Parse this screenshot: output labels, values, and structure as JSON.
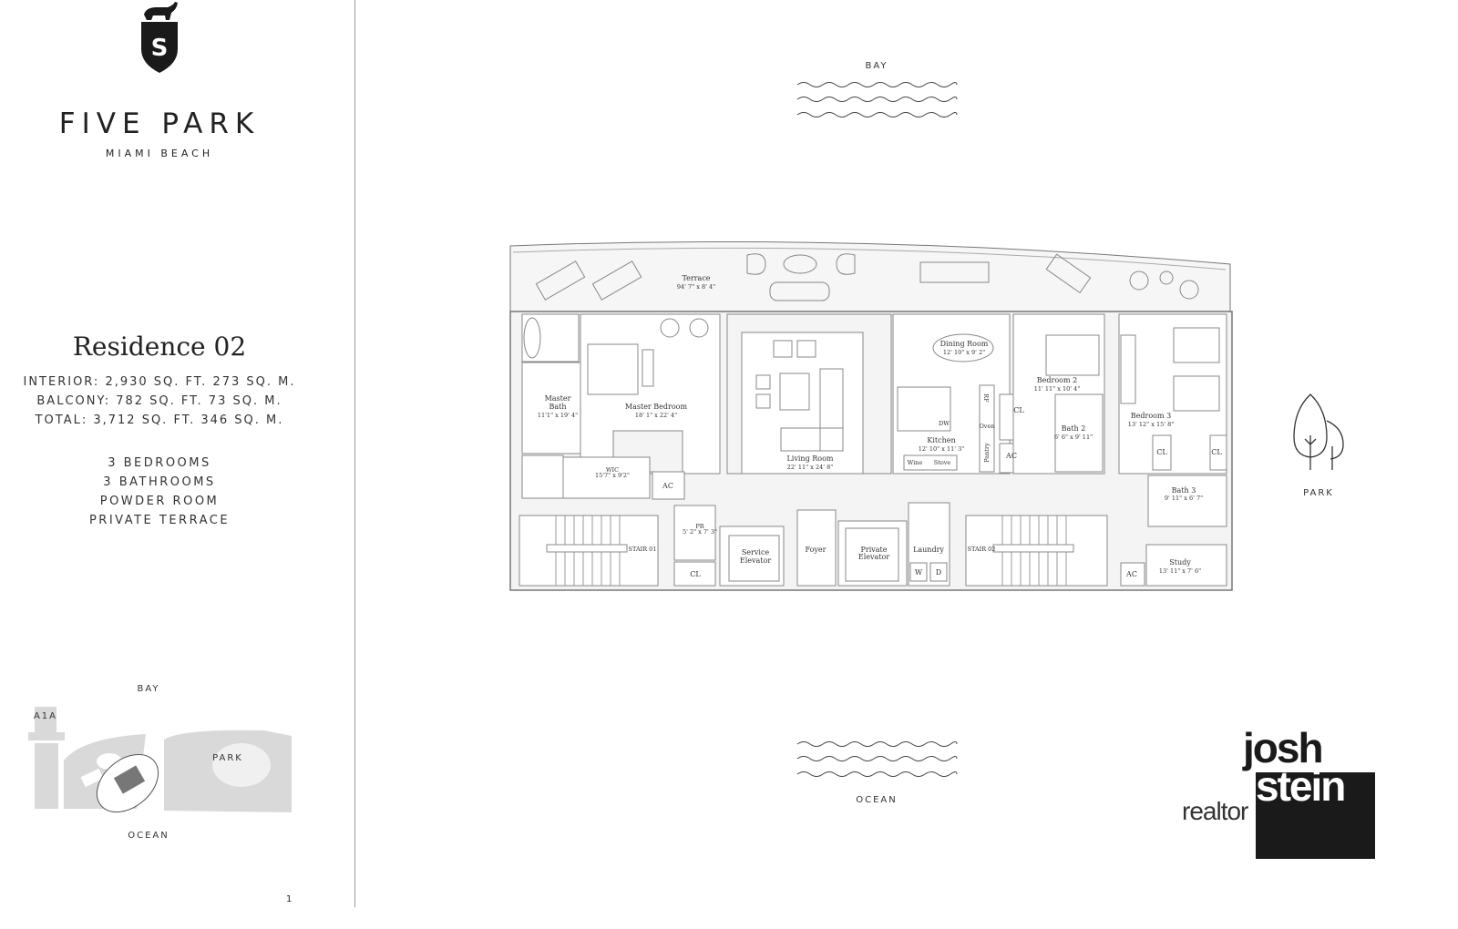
{
  "brand": {
    "logo_letter": "S",
    "name": "FIVE PARK",
    "subtitle": "MIAMI BEACH"
  },
  "residence": {
    "title": "Residence 02",
    "areas": [
      "INTERIOR: 2,930 SQ. FT.   273 SQ. M.",
      "BALCONY: 782 SQ. FT.   73 SQ. M.",
      "TOTAL: 3,712 SQ. FT.   346 SQ. M."
    ],
    "features": [
      "3 BEDROOMS",
      "3  BATHROOMS",
      "POWDER ROOM",
      "PRIVATE TERRACE"
    ]
  },
  "key_plan": {
    "bay": "BAY",
    "road": "A1A",
    "park": "PARK",
    "ocean": "OCEAN",
    "highlight_color": "#777777",
    "land_color": "#d9d9d9"
  },
  "page_number": "1",
  "orientation": {
    "top": "BAY",
    "bottom": "OCEAN",
    "right": "PARK",
    "right_icon": "tree-icon"
  },
  "rooms": {
    "terrace": {
      "name": "Terrace",
      "dims": "94' 7\" x 8' 4\""
    },
    "master_bath": {
      "name_1": "Master",
      "name_2": "Bath",
      "dims": "11'1\" x 19' 4\""
    },
    "master_bedroom": {
      "name": "Master Bedroom",
      "dims": "18' 1\" x 22' 4\""
    },
    "wic": {
      "name": "WIC",
      "dims": "15'7\" x 9'2\""
    },
    "living_room": {
      "name": "Living Room",
      "dims": "22' 11\" x 24' 8\""
    },
    "dining_room": {
      "name": "Dining Room",
      "dims": "12' 10\" x 9' 2\""
    },
    "kitchen": {
      "name": "Kitchen",
      "dims": "12' 10\" x 11' 3\""
    },
    "bedroom_2": {
      "name": "Bedroom 2",
      "dims": "11' 11\" x 10' 4\""
    },
    "bath_2": {
      "name": "Bath 2",
      "dims": "6' 6\" x 9' 11\""
    },
    "bedroom_3": {
      "name": "Bedroom 3",
      "dims": "13' 12\" x 15' 8\""
    },
    "bath_3": {
      "name": "Bath 3",
      "dims": "9' 11\" x 6' 7\""
    },
    "study": {
      "name": "Study",
      "dims": "13' 11\" x 7' 6\""
    },
    "powder_room": {
      "name": "PR",
      "dims": "5' 2\" x 7' 3\""
    },
    "stair_01": "STAIR 01",
    "stair_02": "STAIR 02",
    "service_elevator": {
      "line_1": "Service",
      "line_2": "Elevator"
    },
    "foyer": "Foyer",
    "private_elevator": {
      "line_1": "Private",
      "line_2": "Elevator"
    },
    "laundry": "Laundry",
    "washer": "W",
    "dryer": "D",
    "ac": "AC",
    "closet": "CL",
    "fridge": "RF",
    "oven": "Oven",
    "pantry": "Pantry",
    "wine": "Wine",
    "stove": "Stove",
    "dishwasher": "DW"
  },
  "realtor_logo": {
    "line_1": "josh",
    "line_2": "stein",
    "tag": "realtor"
  }
}
